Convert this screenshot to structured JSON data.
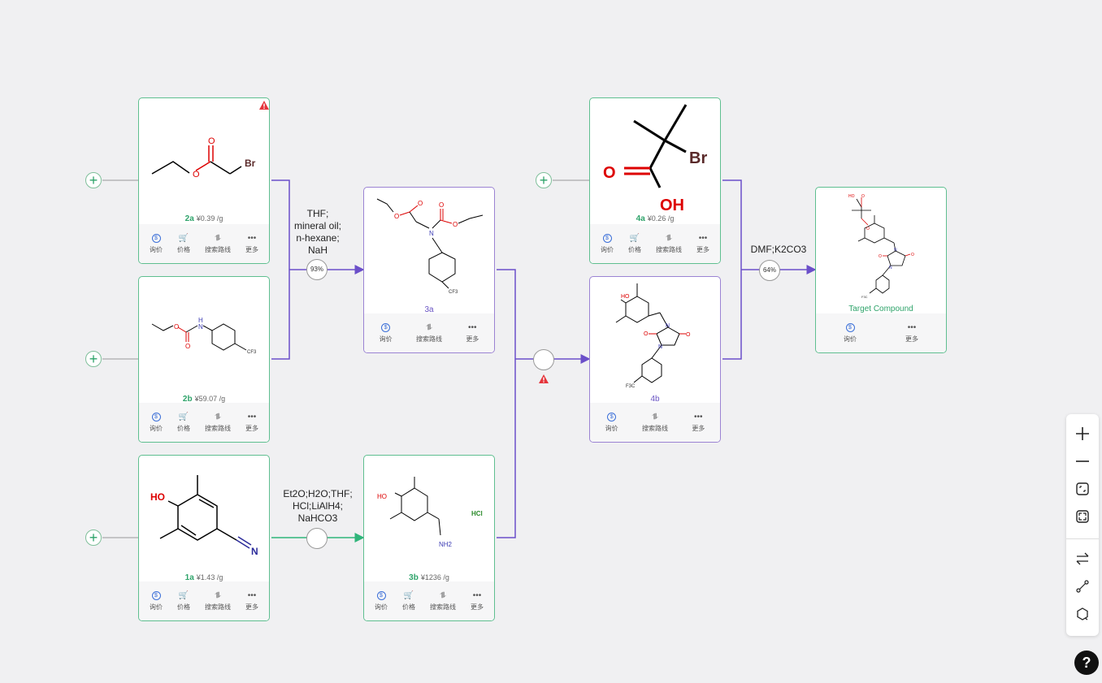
{
  "cards": {
    "c2a": {
      "id": "2a",
      "price": "¥0.39 /g",
      "actions": [
        "询价",
        "价格",
        "搜索路线",
        "更多"
      ]
    },
    "c2b": {
      "id": "2b",
      "price": "¥59.07 /g",
      "actions": [
        "询价",
        "价格",
        "搜索路线",
        "更多"
      ]
    },
    "c1a": {
      "id": "1a",
      "price": "¥1.43 /g",
      "actions": [
        "询价",
        "价格",
        "搜索路线",
        "更多"
      ]
    },
    "c3a": {
      "id": "3a",
      "actions": [
        "询价",
        "搜索路线",
        "更多"
      ]
    },
    "c3b": {
      "id": "3b",
      "price": "¥1236 /g",
      "salt": "HCl",
      "actions": [
        "询价",
        "价格",
        "搜索路线",
        "更多"
      ]
    },
    "c4a": {
      "id": "4a",
      "price": "¥0.26 /g",
      "actions": [
        "询价",
        "价格",
        "搜索路线",
        "更多"
      ]
    },
    "c4b": {
      "id": "4b",
      "actions": [
        "询价",
        "搜索路线",
        "更多"
      ]
    },
    "target": {
      "label": "Target Compound",
      "actions": [
        "询价",
        "更多"
      ]
    }
  },
  "reactions": {
    "r1": {
      "conditions": [
        "THF;",
        "mineral oil;",
        "n-hexane;",
        "NaH"
      ],
      "yield": "93%"
    },
    "r2": {
      "conditions": [
        "Et2O;H2O;THF;",
        "HCl;LiAlH4;",
        "NaHCO3"
      ],
      "yield": ""
    },
    "r3": {
      "yield": ""
    },
    "r4": {
      "conditions": [
        "DMF;K2CO3"
      ],
      "yield": "64%"
    }
  },
  "atoms": {
    "br": "Br",
    "o": "O",
    "n": "N",
    "h": "H",
    "ho": "HO",
    "oh": "OH",
    "cf3": "CF3",
    "f3c": "F3C",
    "nh2": "NH2"
  },
  "colors": {
    "green": "#2ea36a",
    "purple": "#6a55c4",
    "warning": "#e5343b",
    "wire_purple": "#6b4fc9",
    "wire_green": "#2fb57a"
  },
  "toolbar": [
    "zoom-in-icon",
    "zoom-out-icon",
    "fit-view-icon",
    "fullscreen-icon",
    "swap-icon",
    "route-icon",
    "refresh-molecule-icon"
  ],
  "help": "?"
}
